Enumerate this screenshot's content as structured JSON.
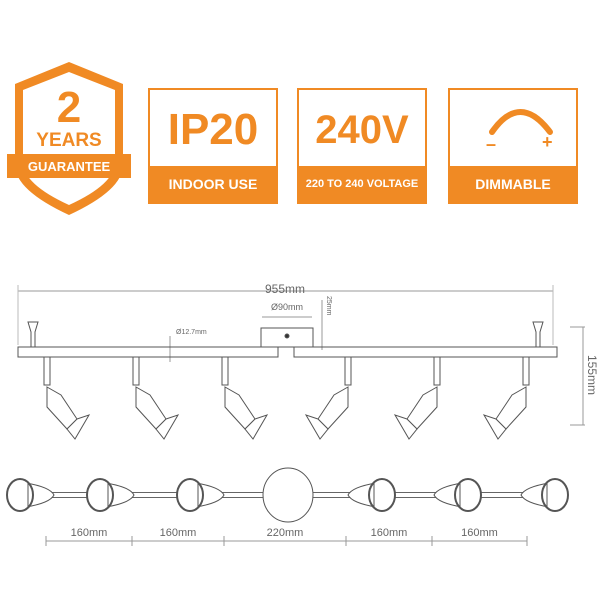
{
  "colors": {
    "accent": "#f08a24",
    "line": "#555555"
  },
  "guarantee": {
    "number": "2",
    "years": "YEARS",
    "label": "GUARANTEE"
  },
  "badges": [
    {
      "title": "IP20",
      "caption": "INDOOR USE"
    },
    {
      "title": "240V",
      "caption": "220 TO 240 VOLTAGE"
    },
    {
      "icon": "dimmer-arc-icon",
      "minus": "–",
      "plus": "+",
      "caption": "DIMMABLE"
    }
  ],
  "side_view": {
    "total_length": "955mm",
    "plate_diameter": "Ø90mm",
    "plate_height": "25mm",
    "bar_diameter": "Ø12.7mm",
    "height": "155mm"
  },
  "top_view": {
    "spacings": [
      "160mm",
      "160mm",
      "220mm",
      "160mm",
      "160mm"
    ]
  }
}
